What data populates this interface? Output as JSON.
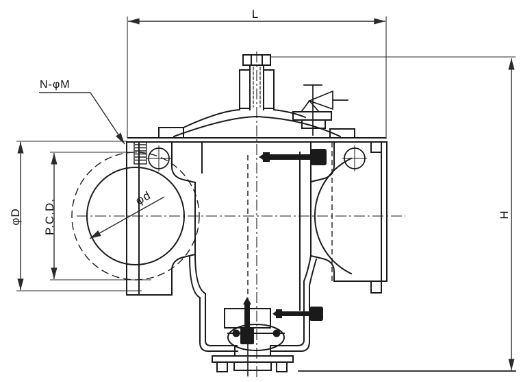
{
  "drawing": {
    "labels": {
      "length": "L",
      "height": "H",
      "flange_outer_diameter": "φD",
      "pitch_circle_diameter": "P.C.D.",
      "bore_diameter": "φd",
      "bolt_holes": "N-φM"
    },
    "colors": {
      "background": "#ffffff",
      "object_line": "#1a1a1a",
      "dimension_line": "#2b2b2b",
      "text": "#111111"
    }
  }
}
